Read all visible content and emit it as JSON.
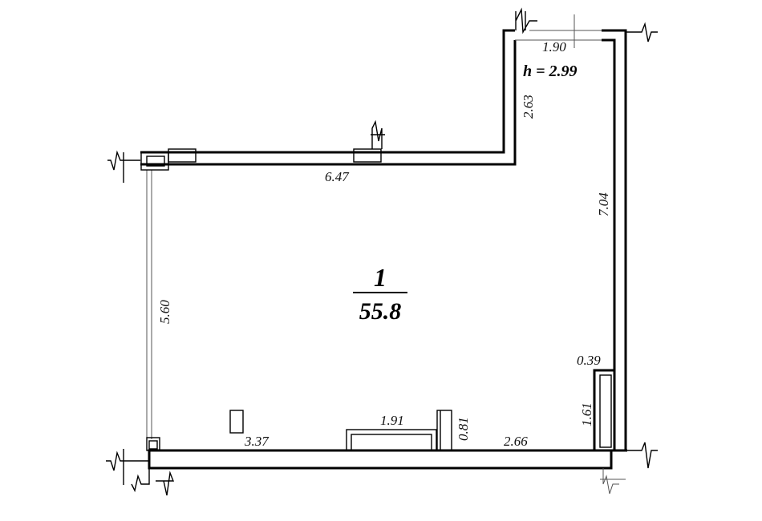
{
  "room": {
    "number": "1",
    "area": "55.8"
  },
  "ceiling_height": "h = 2.99",
  "dimensions": {
    "top_nook_width": "1.90",
    "nook_depth": "2.63",
    "top_wall": "6.47",
    "right_wall": "7.04",
    "left_wall": "5.60",
    "column_width": "0.39",
    "column_depth": "1.61",
    "bottom_left": "3.37",
    "bottom_window": "1.91",
    "bottom_small": "0.81",
    "bottom_right": "2.66"
  }
}
